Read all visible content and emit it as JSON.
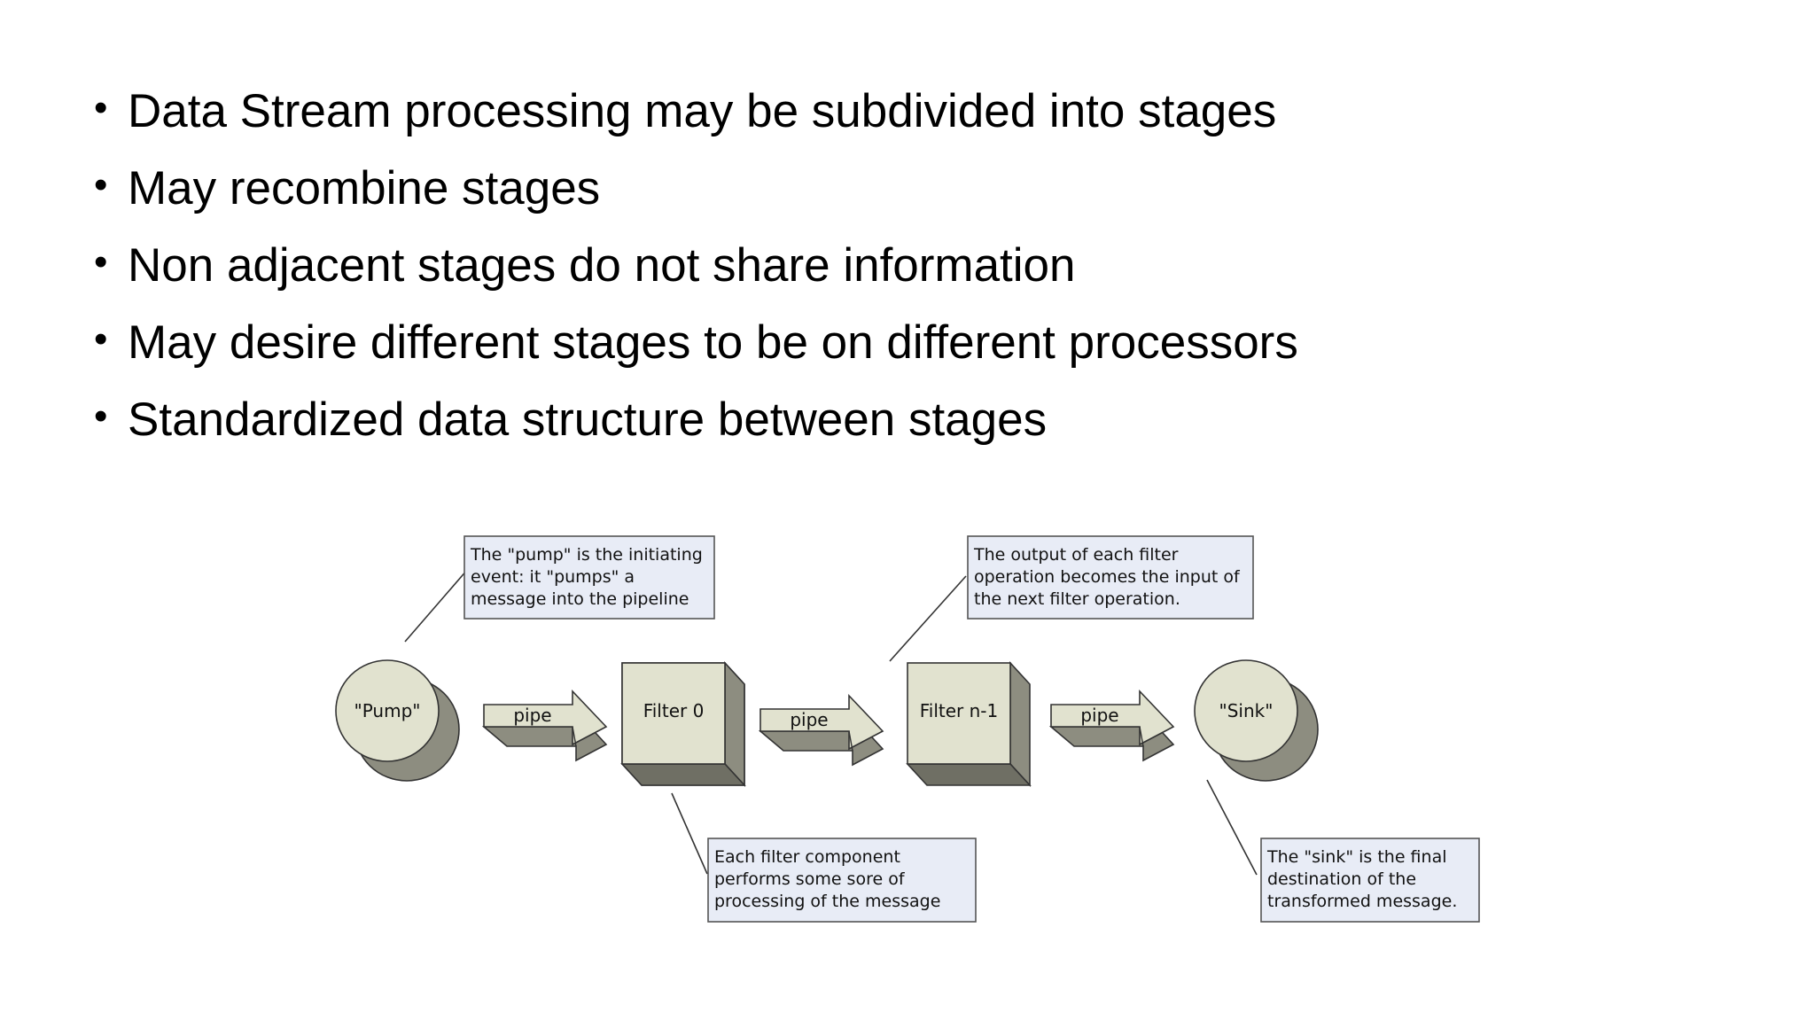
{
  "bullets": [
    "Data Stream processing may be subdivided into stages",
    "May recombine stages",
    "Non adjacent stages do not share information",
    "May desire different stages to be on different processors",
    "Standardized data structure between stages"
  ],
  "diagram": {
    "nodes": {
      "pump": "\"Pump\"",
      "filter0": "Filter 0",
      "filtern": "Filter n-1",
      "sink": "\"Sink\""
    },
    "pipes": [
      "pipe",
      "pipe",
      "pipe"
    ],
    "callouts": {
      "pump": [
        "The \"pump\" is the initiating",
        "event: it \"pumps\" a",
        "message into the pipeline"
      ],
      "output": [
        "The output of each filter",
        "operation becomes the input of",
        "the next filter operation."
      ],
      "filter": [
        "Each filter component",
        "performs some sore of",
        "processing of the message"
      ],
      "sink": [
        "The \"sink\" is the final",
        "destination of the",
        "transformed message."
      ]
    }
  },
  "colors": {
    "shape_face": "#e1e2cf",
    "shape_shadow": "#8d8d80",
    "shape_dark": "#6f6f64",
    "callout_fill": "#e8ecf6",
    "callout_border": "#555555"
  }
}
